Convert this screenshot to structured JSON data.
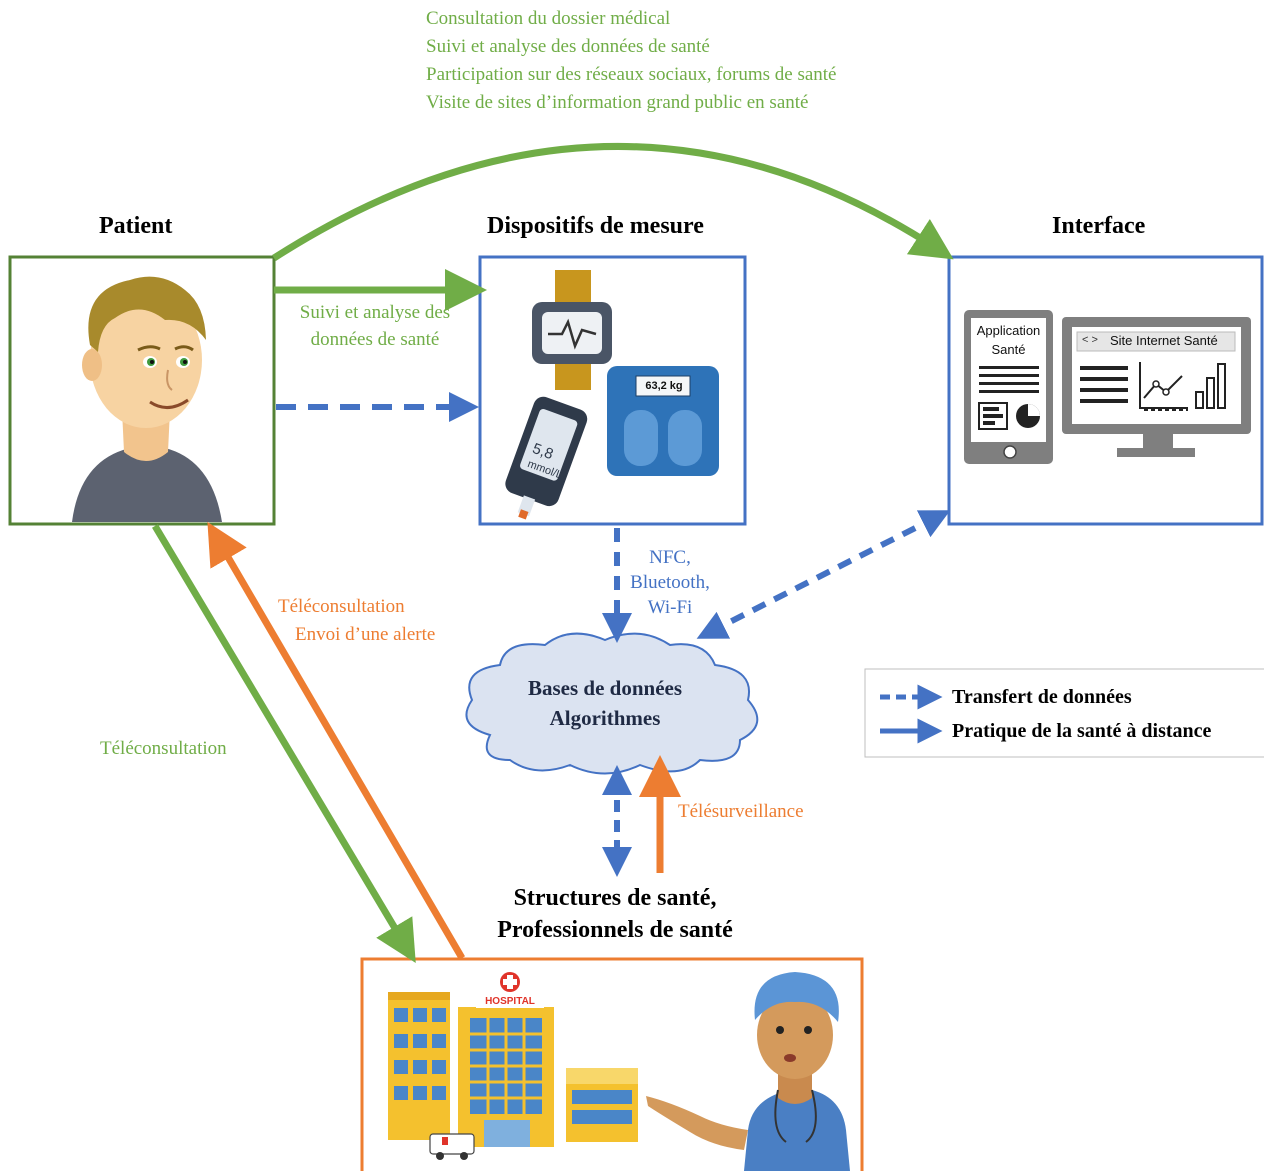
{
  "top_activities": [
    "Consultation du dossier médical",
    "Suivi et analyse des données de santé",
    "Participation sur des réseaux sociaux, forums de santé",
    "Visite de sites d’information grand public en santé"
  ],
  "nodes": {
    "patient": "Patient",
    "devices": "Dispositifs de mesure",
    "interface": "Interface",
    "cloud_line1": "Bases de données",
    "cloud_line2": "Algorithmes",
    "structures_line1": "Structures de santé,",
    "structures_line2": "Professionnels de santé"
  },
  "edge_labels": {
    "patient_devices_line1": "Suivi et analyse des",
    "patient_devices_line2": "données de santé",
    "connectivity": [
      "NFC,",
      "Bluetooth,",
      "Wi-Fi"
    ],
    "teleconsult_orange": "Téléconsultation",
    "alert_orange": "Envoi d’une alerte",
    "teleconsult_green": "Téléconsultation",
    "telesurveillance": "Télésurveillance"
  },
  "device_readouts": {
    "scale": "63,2 kg",
    "glucometer_value": "5,8",
    "glucometer_unit": "mmol/L"
  },
  "interface_content": {
    "app_line1": "Application",
    "app_line2": "Santé",
    "site_code": "< >",
    "site_title": "Site Internet Santé"
  },
  "hospital_sign": "HOSPITAL",
  "legend": {
    "dashed": "Transfert de données",
    "solid": "Pratique de la santé à distance"
  },
  "colors": {
    "green": "#70ad47",
    "orange": "#ed7d31",
    "blue": "#4472c4",
    "patient_border": "#548235"
  }
}
